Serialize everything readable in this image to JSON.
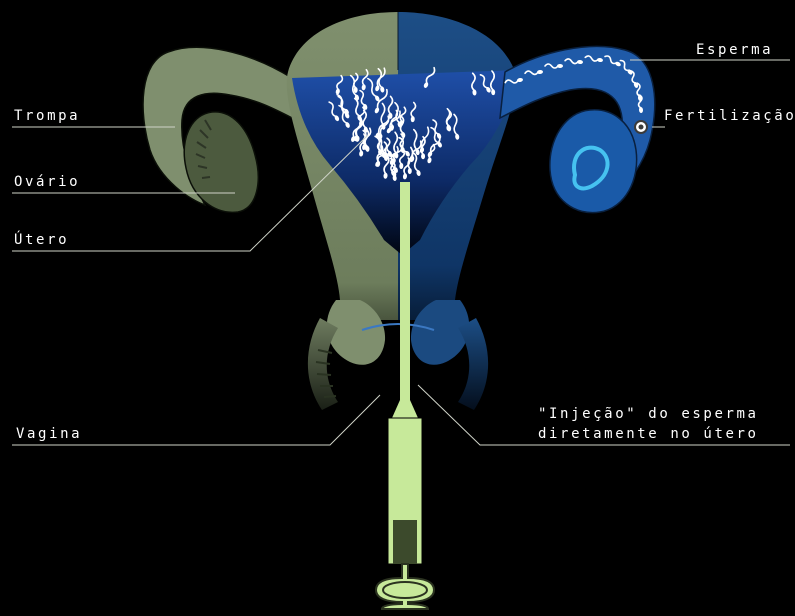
{
  "labels": {
    "trompa": "Trompa",
    "ovario": "Ovário",
    "utero": "Útero",
    "vagina": "Vagina",
    "esperma": "Esperma",
    "fertilizacao": "Fertilização",
    "injecao_line1": "\"Injeção\" do esperma",
    "injecao_line2": "diretamente no útero"
  },
  "colors": {
    "background": "#000000",
    "tissue_green": "#7f8f6e",
    "tissue_blue": "#1e4f8f",
    "syringe": "#c7e99a",
    "label_text": "#ffffff",
    "leader_line": "#cfd3c8"
  },
  "icons": {
    "sperm": "sperm-icon",
    "egg": "egg-icon"
  }
}
